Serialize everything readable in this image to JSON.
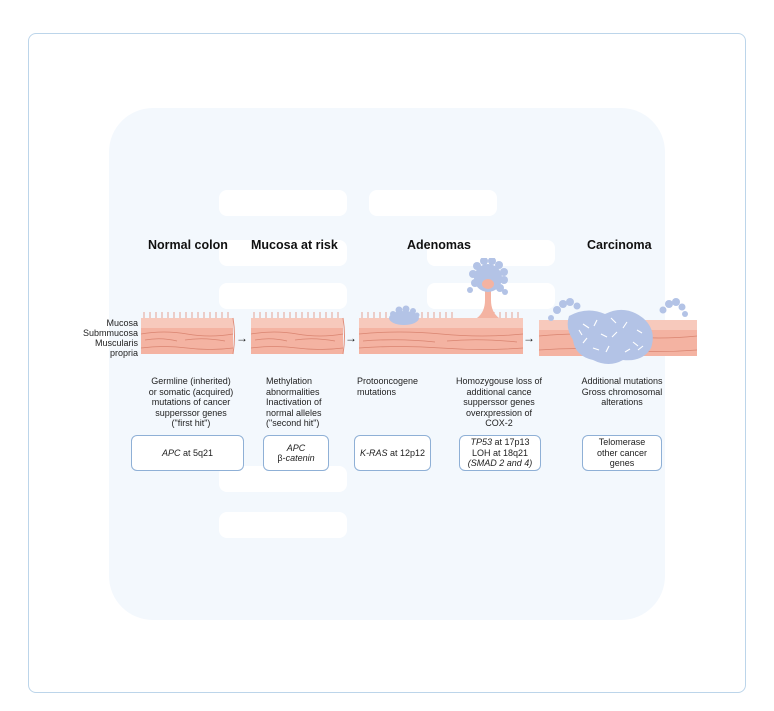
{
  "stages": {
    "normal": "Normal colon",
    "at_risk": "Mucosa at risk",
    "adenomas": "Adenomas",
    "carcinoma": "Carcinoma"
  },
  "layers": {
    "mucosa": "Mucosa",
    "submucosa": "Submmucosa",
    "muscularis": "Muscularis",
    "propria": "propria"
  },
  "descriptions": {
    "germline": "Germline (inherited)\nor somatic (acquired)\nmutations of cancer\nsupperssor genes\n(\"first hit\")",
    "methylation": "Methylation\nabnormalities\nInactivation of\nnormal alleles\n(\"second hit\")",
    "protooncogene": "Protooncogene\nmutations",
    "homozygous": "Homozygouse loss of\nadditional cance\nsupperssor genes\noverxpression of\nCOX-2",
    "additional": "Additional mutations\nGross chromosomal\nalterations"
  },
  "genes": {
    "apc_italic": "APC",
    "apc_rest": " at 5q21",
    "apc2": "APC",
    "beta": "β-catenin",
    "kras_italic": "K-RAS",
    "kras_rest": " at 12p12",
    "tp53_italic": "TP53",
    "tp53_rest": " at 17p13",
    "loh": "LOH at 18q21",
    "smad": "(SMAD 2 and 4)",
    "telo1": "Telomerase",
    "telo2": "other cancer",
    "telo3": "genes"
  },
  "colors": {
    "tissue": "#f4b3a2",
    "mucosa": "#f6c2b4",
    "polyp": "#b3c3e6",
    "box_border": "#8fb0d6"
  }
}
